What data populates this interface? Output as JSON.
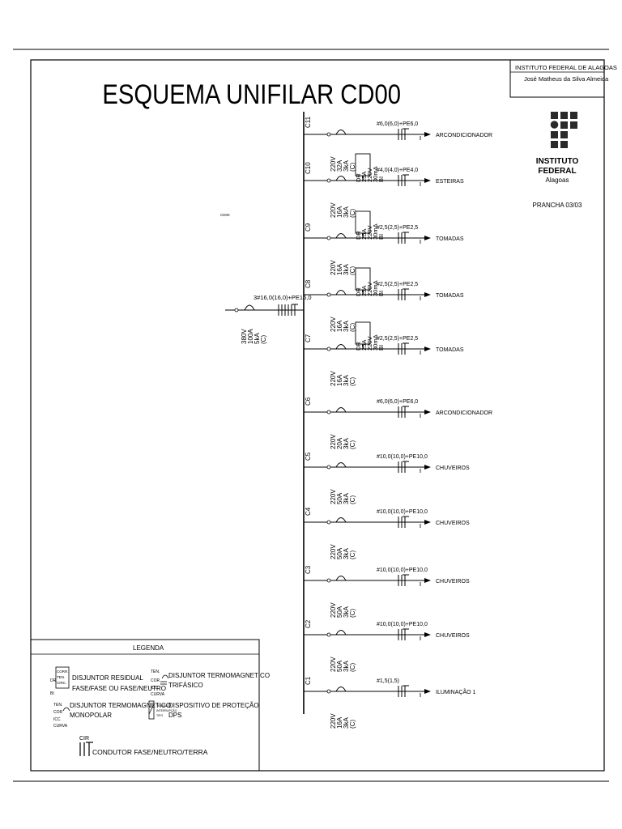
{
  "title": "ESQUEMA UNIFILAR CD00",
  "institution": {
    "name": "INSTITUTO FEDERAL DE ALAGOAS",
    "author": "José Matheus da Silva Almeida",
    "logo_lines": [
      "INSTITUTO",
      "FEDERAL",
      "Alagoas"
    ],
    "sheet": "PRANCHA 03/03"
  },
  "panel_tag": "CD00",
  "main": {
    "cable": "3#16,0(16,0)+PE16,0",
    "breaker_lines": [
      "380V",
      "100A",
      "5kA",
      "(C)"
    ]
  },
  "dr_lines": [
    "DR",
    "25A",
    "220V",
    "30mA",
    "BI"
  ],
  "circuits": [
    {
      "id": "C11",
      "breaker_lines": [
        "220V",
        "32A",
        "3kA",
        "(C)"
      ],
      "cable": "#6,0(6,0)+PE6,0",
      "load": "ARCONDICIONADOR",
      "dr": false
    },
    {
      "id": "C10",
      "breaker_lines": [
        "220V",
        "16A",
        "3kA",
        "(C)"
      ],
      "cable": "#4,0(4,0)+PE4,0",
      "load": "ESTEIRAS",
      "dr": true
    },
    {
      "id": "C9",
      "breaker_lines": [
        "220V",
        "16A",
        "3kA",
        "(C)"
      ],
      "cable": "#2,5(2,5)+PE2,5",
      "load": "TOMADAS",
      "dr": true
    },
    {
      "id": "C8",
      "breaker_lines": [
        "220V",
        "16A",
        "3kA",
        "(C)"
      ],
      "cable": "#2,5(2,5)+PE2,5",
      "load": "TOMADAS",
      "dr": true
    },
    {
      "id": "C7",
      "breaker_lines": [
        "220V",
        "16A",
        "3kA",
        "(C)"
      ],
      "cable": "#2,5(2,5)+PE2,5",
      "load": "TOMADAS",
      "dr": true
    },
    {
      "id": "C6",
      "breaker_lines": [
        "220V",
        "20A",
        "3kA",
        "(C)"
      ],
      "cable": "#6,0(6,0)+PE6,0",
      "load": "ARCONDICIONADOR",
      "dr": false
    },
    {
      "id": "C5",
      "breaker_lines": [
        "220V",
        "50A",
        "3kA",
        "(C)"
      ],
      "cable": "#10,0(10,0)+PE10,0",
      "load": "CHUVEIROS",
      "dr": false
    },
    {
      "id": "C4",
      "breaker_lines": [
        "220V",
        "50A",
        "3kA",
        "(C)"
      ],
      "cable": "#10,0(10,0)+PE10,0",
      "load": "CHUVEIROS",
      "dr": false
    },
    {
      "id": "C3",
      "breaker_lines": [
        "220V",
        "50A",
        "3kA",
        "(C)"
      ],
      "cable": "#10,0(10,0)+PE10,0",
      "load": "CHUVEIROS",
      "dr": false
    },
    {
      "id": "C2",
      "breaker_lines": [
        "220V",
        "50A",
        "3kA",
        "(C)"
      ],
      "cable": "#10,0(10,0)+PE10,0",
      "load": "CHUVEIROS",
      "dr": false
    },
    {
      "id": "C1",
      "breaker_lines": [
        "220V",
        "16A",
        "3kA",
        "(C)"
      ],
      "cable": "#1,5(1,5)",
      "load": "ILUMINAÇÃO 1",
      "dr": false
    }
  ],
  "legend": {
    "title": "LEGENDA",
    "residual_lines": [
      "DISJUNTOR RESIDUAL",
      "FASE/FASE OU FASE/NEUTRO"
    ],
    "residual_sym": [
      "CORR.",
      "TEN.",
      "CIRC.",
      "DR",
      "BI"
    ],
    "tri_lines": [
      "DISJUNTOR TERMOMAGNETICO",
      "TRIFÁSICO"
    ],
    "tri_sym": [
      "TEN.",
      "COR",
      "ICC",
      "CURVA"
    ],
    "mono_lines": [
      "DISJUNTOR TERMOMAGNETICO",
      "MONOPOLAR"
    ],
    "mono_sym": [
      "TEN.",
      "COR",
      "ICC",
      "CURVA"
    ],
    "dps_lines": [
      "DISPOSITIVO DE PROTEÇÃO",
      "DPS"
    ],
    "dps_sym": [
      "TENSÃO",
      "INTERRUPÇÃO",
      "TIPO"
    ],
    "cable_label": "CONDUTOR FASE/NEUTRO/TERRA",
    "cable_sym": "CIR"
  }
}
